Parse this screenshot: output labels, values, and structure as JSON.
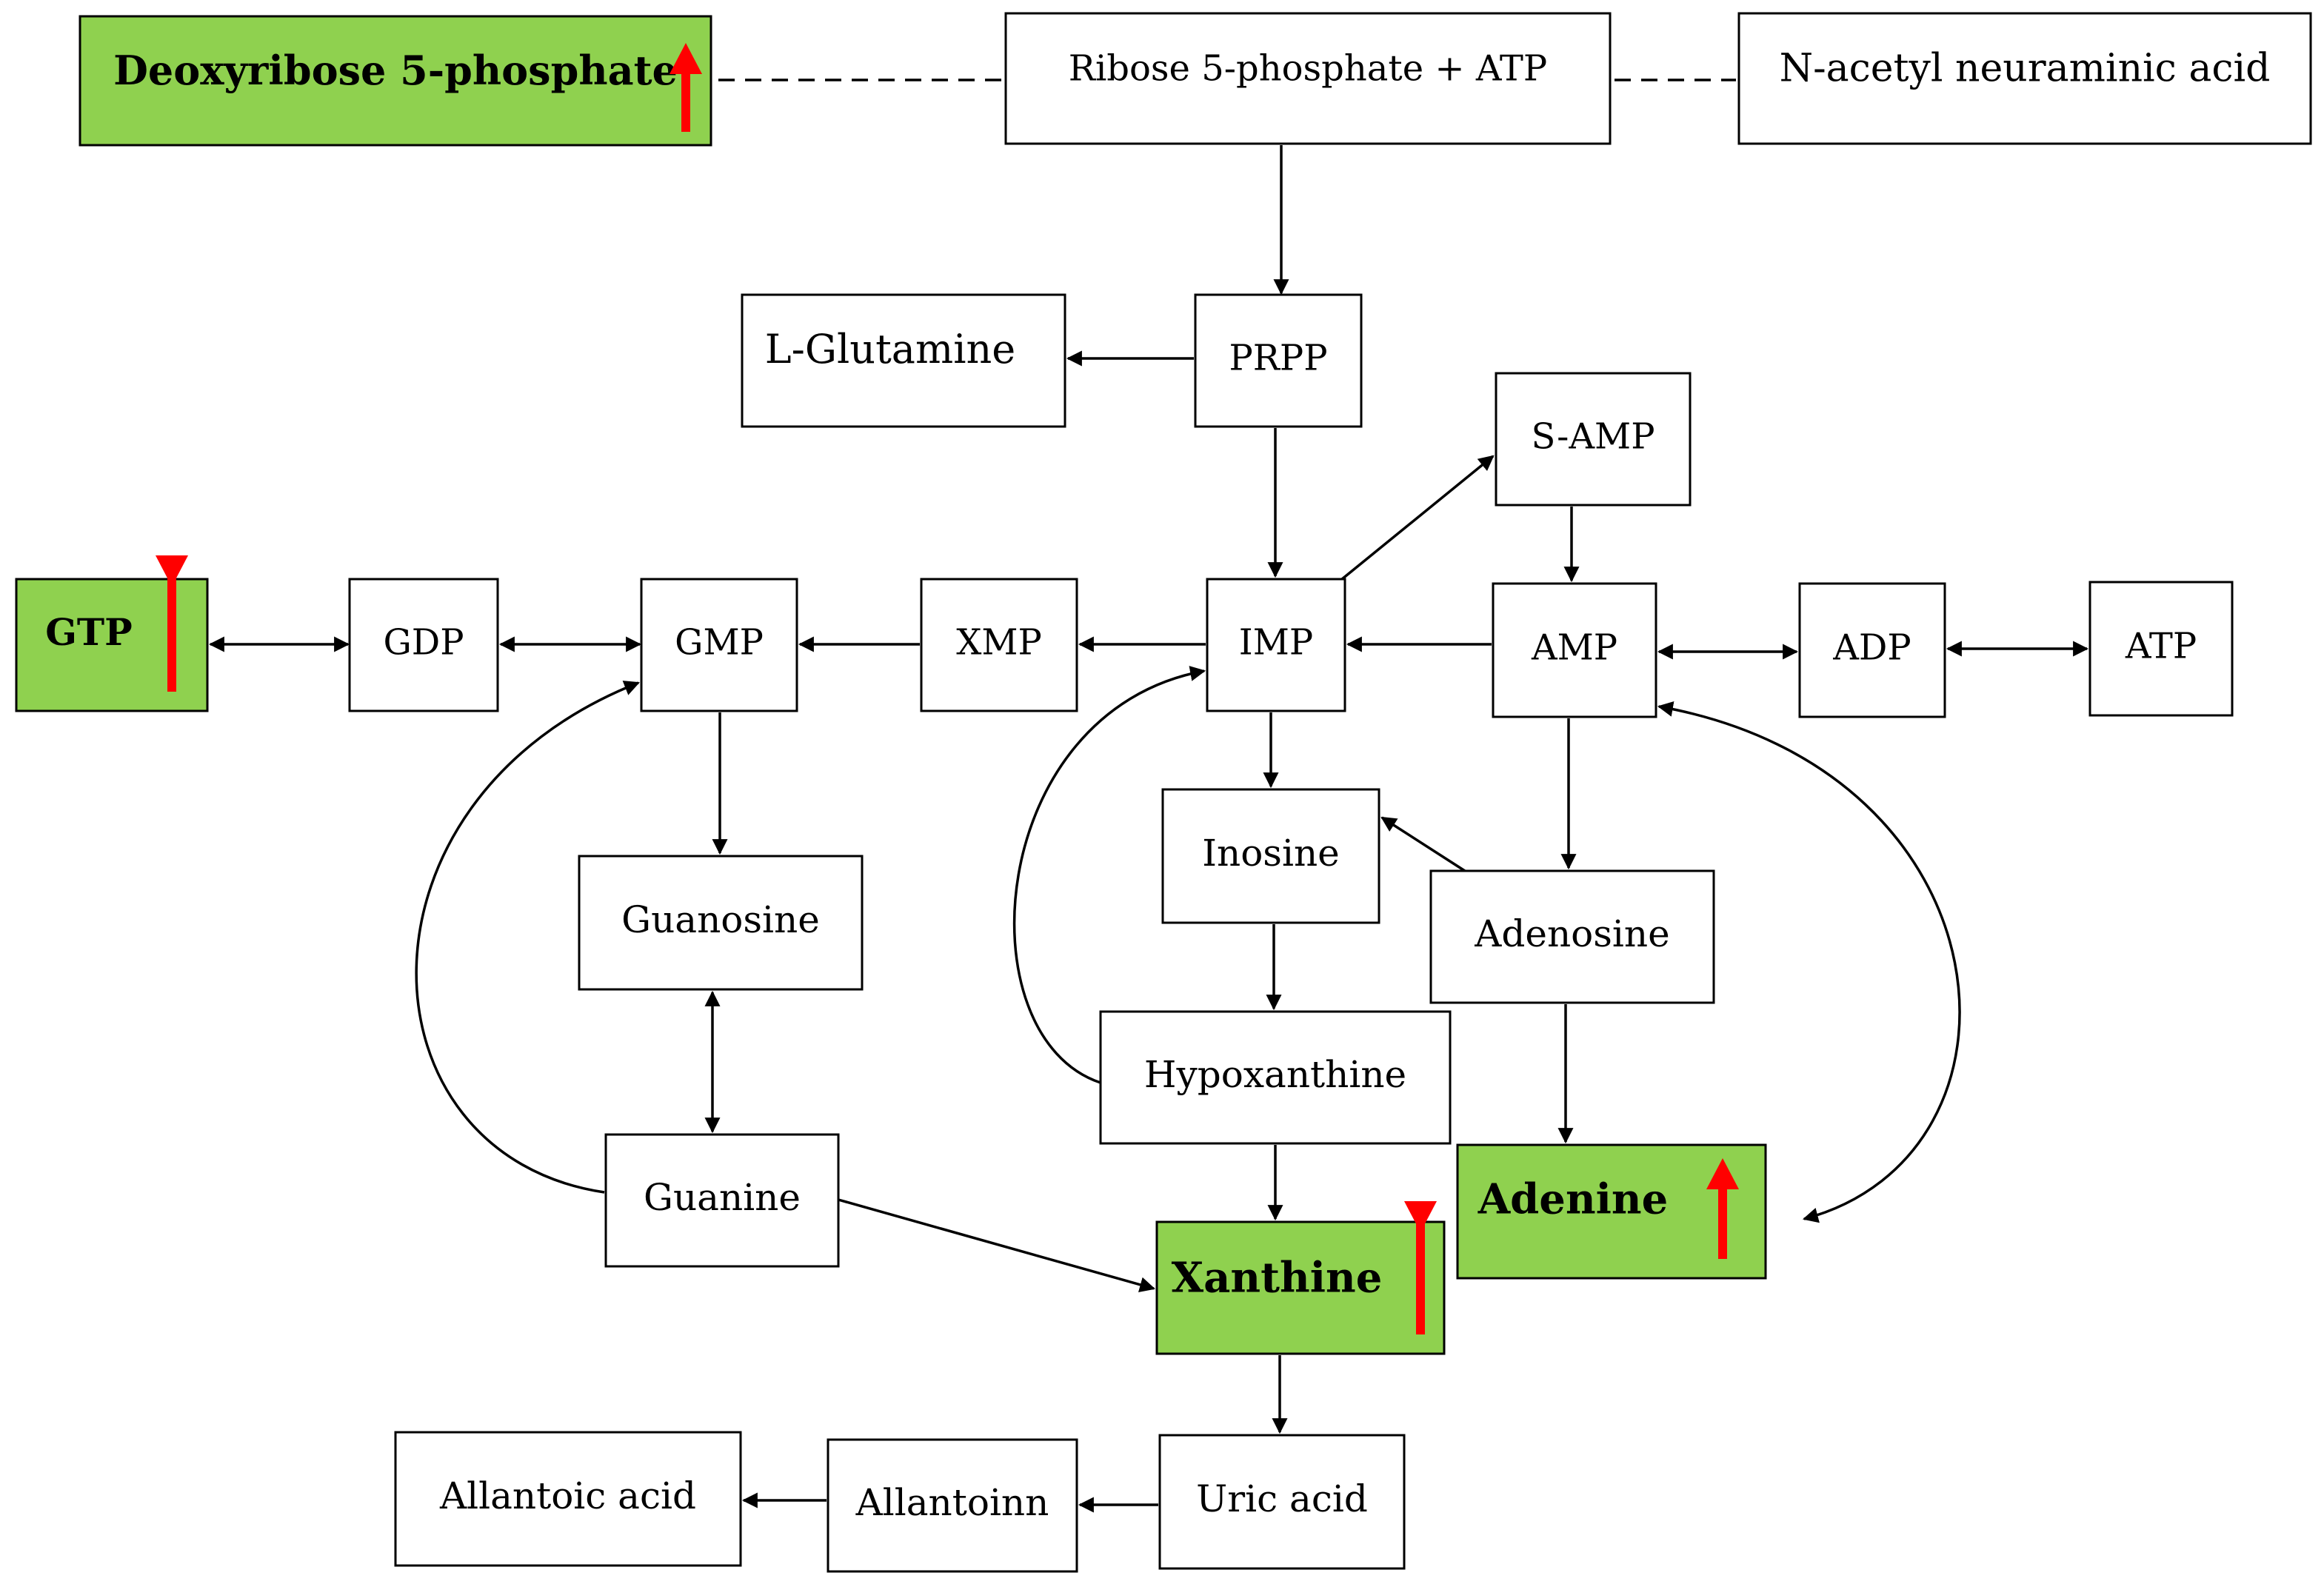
{
  "colors": {
    "highlight_fill": "#8fd14f",
    "box_stroke": "#000000",
    "arrow": "#000000",
    "indicator": "#ff0000"
  },
  "nodes": {
    "deoxyribose": {
      "label": "Deoxyribose 5-phosphate",
      "highlight": true,
      "trend": "up"
    },
    "ribose": {
      "label": "Ribose 5-phosphate + ATP",
      "highlight": false
    },
    "neuraminic": {
      "label": "N-acetyl neuraminic acid",
      "highlight": false
    },
    "glutamine": {
      "label": "L-Glutamine",
      "highlight": false
    },
    "prpp": {
      "label": "PRPP",
      "highlight": false
    },
    "samp": {
      "label": "S-AMP",
      "highlight": false
    },
    "gtp": {
      "label": "GTP",
      "highlight": true,
      "trend": "down"
    },
    "gdp": {
      "label": "GDP",
      "highlight": false
    },
    "gmp": {
      "label": "GMP",
      "highlight": false
    },
    "xmp": {
      "label": "XMP",
      "highlight": false
    },
    "imp": {
      "label": "IMP",
      "highlight": false
    },
    "amp": {
      "label": "AMP",
      "highlight": false
    },
    "adp": {
      "label": "ADP",
      "highlight": false
    },
    "atp": {
      "label": "ATP",
      "highlight": false
    },
    "inosine": {
      "label": "Inosine",
      "highlight": false
    },
    "guanosine": {
      "label": "Guanosine",
      "highlight": false
    },
    "adenosine": {
      "label": "Adenosine",
      "highlight": false
    },
    "hypoxanthine": {
      "label": "Hypoxanthine",
      "highlight": false
    },
    "guanine": {
      "label": "Guanine",
      "highlight": false
    },
    "adenine": {
      "label": "Adenine",
      "highlight": true,
      "trend": "up"
    },
    "xanthine": {
      "label": "Xanthine",
      "highlight": true,
      "trend": "down"
    },
    "allantoic": {
      "label": "Allantoic acid",
      "highlight": false
    },
    "allantoinn": {
      "label": "Allantoinn",
      "highlight": false
    },
    "uric": {
      "label": "Uric acid",
      "highlight": false
    }
  },
  "edges": [
    {
      "from": "ribose",
      "to": "deoxyribose",
      "style": "dashed",
      "direction": "none"
    },
    {
      "from": "ribose",
      "to": "neuraminic",
      "style": "dashed",
      "direction": "none"
    },
    {
      "from": "ribose",
      "to": "prpp",
      "direction": "forward"
    },
    {
      "from": "prpp",
      "to": "glutamine",
      "direction": "forward"
    },
    {
      "from": "prpp",
      "to": "imp",
      "direction": "forward"
    },
    {
      "from": "imp",
      "to": "samp",
      "direction": "forward"
    },
    {
      "from": "samp",
      "to": "amp",
      "direction": "forward"
    },
    {
      "from": "amp",
      "to": "imp",
      "direction": "forward"
    },
    {
      "from": "imp",
      "to": "xmp",
      "direction": "forward"
    },
    {
      "from": "xmp",
      "to": "gmp",
      "direction": "forward"
    },
    {
      "from": "gmp",
      "to": "gdp",
      "direction": "both"
    },
    {
      "from": "gdp",
      "to": "gtp",
      "direction": "both"
    },
    {
      "from": "amp",
      "to": "adp",
      "direction": "both"
    },
    {
      "from": "adp",
      "to": "atp",
      "direction": "both"
    },
    {
      "from": "gmp",
      "to": "guanosine",
      "direction": "forward"
    },
    {
      "from": "guanosine",
      "to": "guanine",
      "direction": "both"
    },
    {
      "from": "guanine",
      "to": "gmp",
      "direction": "forward",
      "curved": true
    },
    {
      "from": "guanine",
      "to": "xanthine",
      "direction": "forward"
    },
    {
      "from": "imp",
      "to": "inosine",
      "direction": "forward"
    },
    {
      "from": "inosine",
      "to": "hypoxanthine",
      "direction": "forward"
    },
    {
      "from": "hypoxanthine",
      "to": "imp",
      "direction": "forward",
      "curved": true
    },
    {
      "from": "hypoxanthine",
      "to": "xanthine",
      "direction": "forward"
    },
    {
      "from": "amp",
      "to": "adenosine",
      "direction": "forward"
    },
    {
      "from": "adenosine",
      "to": "inosine",
      "direction": "forward"
    },
    {
      "from": "adenosine",
      "to": "adenine",
      "direction": "forward"
    },
    {
      "from": "adenine",
      "to": "amp",
      "direction": "both",
      "curved": true
    },
    {
      "from": "xanthine",
      "to": "uric",
      "direction": "forward"
    },
    {
      "from": "uric",
      "to": "allantoinn",
      "direction": "forward"
    },
    {
      "from": "allantoinn",
      "to": "allantoic",
      "direction": "forward"
    }
  ]
}
